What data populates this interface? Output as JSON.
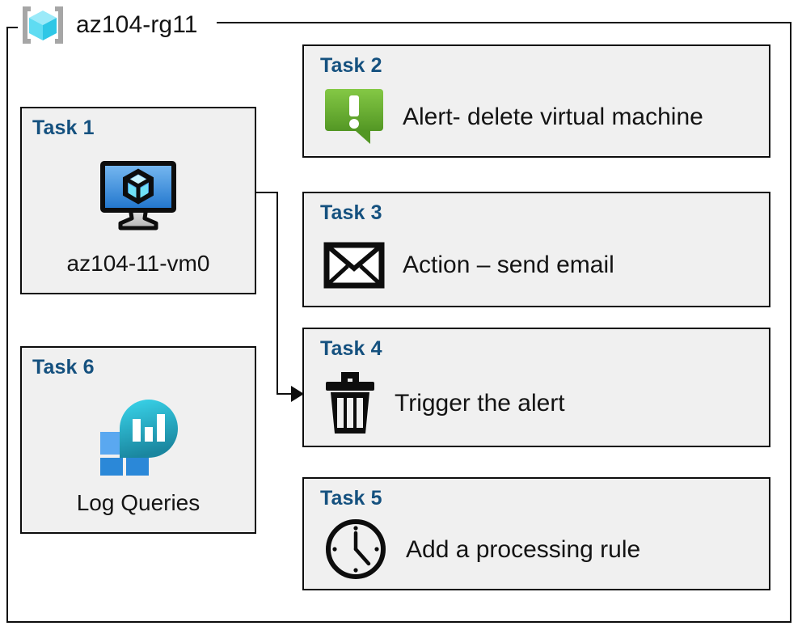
{
  "resource_group": {
    "icon": "resource-group-cube-icon",
    "name": "az104-rg11"
  },
  "colors": {
    "box_fill": "#f0f0f0",
    "box_border": "#0d0d0d",
    "task_label": "#15517f",
    "body_text": "#141414",
    "rg_icon_cube_light": "#8ce6f7",
    "rg_icon_cube_mid": "#35cdea",
    "rg_icon_bracket": "#a6a6a6",
    "vm_screen_top": "#6cb0ee",
    "vm_screen_bottom": "#1f74cc",
    "alert_green_top": "#7fc241",
    "alert_green_bottom": "#579d27",
    "log_analytics_cyan": "#32d0e8",
    "log_analytics_teal": "#1c8aa8",
    "log_analytics_blue_light": "#52a3ef",
    "log_analytics_blue": "#2b88d8",
    "connector": "#0d0d0d"
  },
  "left_column": [
    {
      "id": "task1",
      "label": "Task 1",
      "icon": "virtual-machine-icon",
      "caption": "az104-11-vm0"
    },
    {
      "id": "task6",
      "label": "Task 6",
      "icon": "log-analytics-icon",
      "caption": "Log Queries"
    }
  ],
  "right_column": [
    {
      "id": "task2",
      "label": "Task 2",
      "icon": "alert-bubble-icon",
      "text": "Alert- delete virtual machine"
    },
    {
      "id": "task3",
      "label": "Task 3",
      "icon": "envelope-icon",
      "text": "Action – send email"
    },
    {
      "id": "task4",
      "label": "Task 4",
      "icon": "trash-can-icon",
      "text": "Trigger the alert"
    },
    {
      "id": "task5",
      "label": "Task 5",
      "icon": "clock-icon",
      "text": "Add a processing rule"
    }
  ],
  "connector": {
    "from": "task1-virtual-machine-icon",
    "to": "task4-box",
    "arrowhead": "arrow-right"
  }
}
